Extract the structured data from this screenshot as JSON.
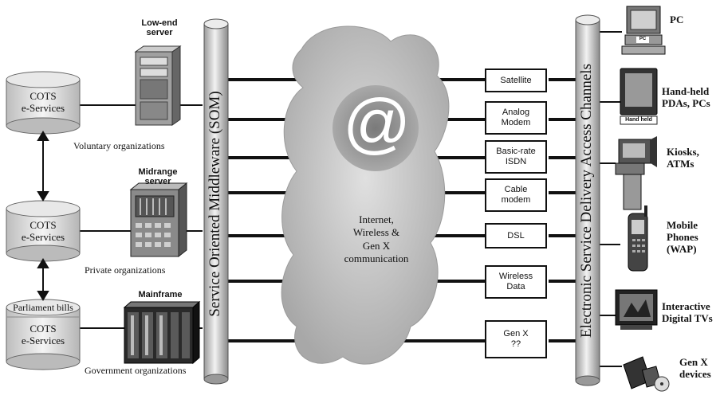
{
  "left_stack": {
    "cylinders": [
      {
        "line1": "COTS",
        "line2": "e-Services",
        "caption": "Voluntary organizations"
      },
      {
        "line1": "COTS",
        "line2": "e-Services",
        "caption": "Private organizations"
      },
      {
        "top_band": "Parliament bills",
        "line1": "COTS",
        "line2": "e-Services",
        "caption": "Government organizations"
      }
    ]
  },
  "servers": [
    {
      "label_line1": "Low-end",
      "label_line2": "server"
    },
    {
      "label_line1": "Midrange",
      "label_line2": "server"
    },
    {
      "label_line1": "Mainframe",
      "label_line2": ""
    }
  ],
  "som_pillar": {
    "label": "Service Oriented Middleware (SOM)"
  },
  "cloud": {
    "symbol": "@",
    "lines": [
      "Internet,",
      "Wireless &",
      "Gen X",
      "communication"
    ]
  },
  "esd_pillar": {
    "label": "Electronic Service Delivery Access Channels"
  },
  "channels": [
    {
      "line1": "Satellite",
      "line2": ""
    },
    {
      "line1": "Analog",
      "line2": "Modem"
    },
    {
      "line1": "Basic-rate",
      "line2": "ISDN"
    },
    {
      "line1": "Cable",
      "line2": "modem"
    },
    {
      "line1": "DSL",
      "line2": ""
    },
    {
      "line1": "Wireless",
      "line2": "Data"
    },
    {
      "line1": "Gen X",
      "line2": "??"
    }
  ],
  "devices": [
    {
      "icon": "pc-icon",
      "line1": "PC",
      "line2": "",
      "line3": "",
      "badge": "PC"
    },
    {
      "icon": "handheld-icon",
      "line1": "Hand-held",
      "line2": "PDAs, PCs",
      "line3": "",
      "badge": "Hand held"
    },
    {
      "icon": "kiosk-icon",
      "line1": "Kiosks,",
      "line2": "ATMs",
      "line3": ""
    },
    {
      "icon": "mobile-phone-icon",
      "line1": "Mobile",
      "line2": "Phones",
      "line3": "(WAP)"
    },
    {
      "icon": "digital-tv-icon",
      "line1": "Interactive",
      "line2": "Digital TVs",
      "line3": ""
    },
    {
      "icon": "genx-device-icon",
      "line1": "Gen X",
      "line2": "devices",
      "line3": ""
    }
  ]
}
